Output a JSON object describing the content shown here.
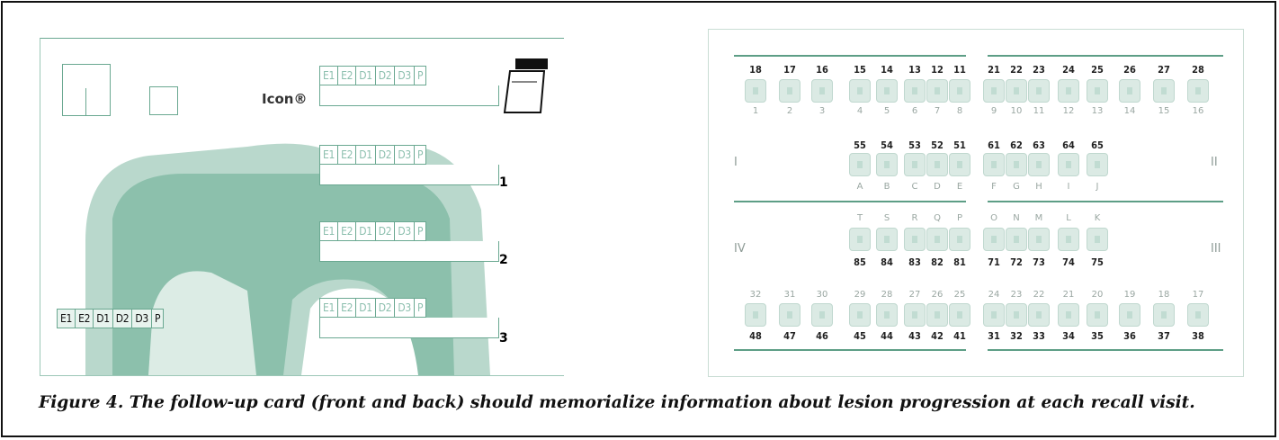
{
  "front": {
    "brand": "Icon®",
    "codes_top": [
      "E1",
      "E2",
      "D1",
      "D2",
      "D3",
      "P"
    ],
    "codes_rows": [
      {
        "codes": [
          "E1",
          "E2",
          "D1",
          "D2",
          "D3",
          "P"
        ],
        "number": "1"
      },
      {
        "codes": [
          "E1",
          "E2",
          "D1",
          "D2",
          "D3",
          "P"
        ],
        "number": "2"
      },
      {
        "codes": [
          "E1",
          "E2",
          "D1",
          "D2",
          "D3",
          "P"
        ],
        "number": "3"
      }
    ],
    "legend_codes": [
      "E1",
      "E2",
      "D1",
      "D2",
      "D3",
      "P"
    ]
  },
  "back": {
    "upper_perm_top": [
      "18",
      "17",
      "16",
      "15",
      "14",
      "13",
      "12",
      "11",
      "21",
      "22",
      "23",
      "24",
      "25",
      "26",
      "27",
      "28"
    ],
    "upper_perm_bottom": [
      "1",
      "2",
      "3",
      "4",
      "5",
      "6",
      "7",
      "8",
      "9",
      "10",
      "11",
      "12",
      "13",
      "14",
      "15",
      "16"
    ],
    "upper_prim_top": [
      "55",
      "54",
      "53",
      "52",
      "51",
      "61",
      "62",
      "63",
      "64",
      "65"
    ],
    "upper_prim_bottom": [
      "A",
      "B",
      "C",
      "D",
      "E",
      "F",
      "G",
      "H",
      "I",
      "J"
    ],
    "lower_prim_top": [
      "T",
      "S",
      "R",
      "Q",
      "P",
      "O",
      "N",
      "M",
      "L",
      "K"
    ],
    "lower_prim_bottom": [
      "85",
      "84",
      "83",
      "82",
      "81",
      "71",
      "72",
      "73",
      "74",
      "75"
    ],
    "lower_perm_top": [
      "32",
      "31",
      "30",
      "29",
      "28",
      "27",
      "26",
      "25",
      "24",
      "23",
      "22",
      "21",
      "20",
      "19",
      "18",
      "17"
    ],
    "lower_perm_bottom": [
      "48",
      "47",
      "46",
      "45",
      "44",
      "43",
      "42",
      "41",
      "31",
      "32",
      "33",
      "34",
      "35",
      "36",
      "37",
      "38"
    ],
    "quadrants": [
      "I",
      "II",
      "IV",
      "III"
    ]
  },
  "caption": "Figure 4. The follow-up card (front and back) should memorialize information about lesion progression at each recall visit."
}
